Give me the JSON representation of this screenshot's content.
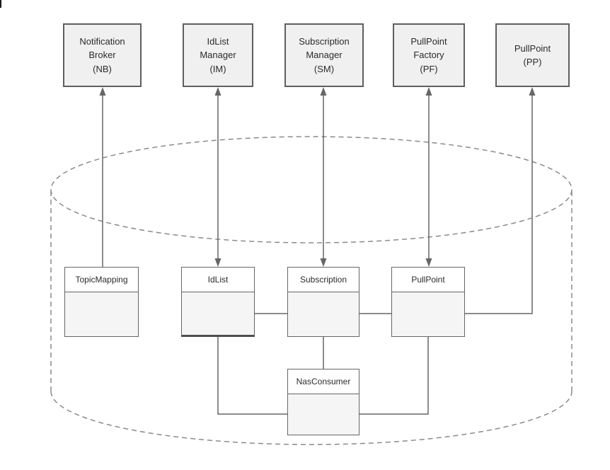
{
  "managers": [
    {
      "id": "notification-broker",
      "label": "Notification\nBroker\n(NB)"
    },
    {
      "id": "idlist-manager",
      "label": "IdList\nManager\n(IM)"
    },
    {
      "id": "subscription-manager",
      "label": "Subscription\nManager\n(SM)"
    },
    {
      "id": "pullpoint-factory",
      "label": "PullPoint\nFactory\n(PF)"
    },
    {
      "id": "pullpoint",
      "label": "PullPoint\n(PP)"
    }
  ],
  "entities": [
    {
      "id": "topicmapping",
      "label": "TopicMapping"
    },
    {
      "id": "idlist",
      "label": "IdList"
    },
    {
      "id": "subscription",
      "label": "Subscription"
    },
    {
      "id": "pullpoint",
      "label": "PullPoint"
    },
    {
      "id": "nasconsumer",
      "label": "NasConsumer"
    }
  ],
  "container": {
    "shape": "database-cylinder",
    "line_style": "dashed"
  },
  "edges": [
    {
      "a": "TopicMapping",
      "b": "Notification Broker (NB)",
      "arrowheads": "b"
    },
    {
      "a": "IdList",
      "b": "IdList Manager (IM)",
      "arrowheads": "both"
    },
    {
      "a": "Subscription",
      "b": "Subscription Manager (SM)",
      "arrowheads": "both"
    },
    {
      "a": "PullPoint",
      "b": "PullPoint Factory (PF)",
      "arrowheads": "both"
    },
    {
      "a": "PullPoint",
      "b": "PullPoint (PP)",
      "arrowheads": "b"
    },
    {
      "a": "IdList",
      "b": "Subscription",
      "arrowheads": "none"
    },
    {
      "a": "Subscription",
      "b": "PullPoint",
      "arrowheads": "none"
    },
    {
      "a": "IdList",
      "b": "NasConsumer",
      "arrowheads": "none"
    },
    {
      "a": "Subscription",
      "b": "NasConsumer",
      "arrowheads": "none"
    },
    {
      "a": "PullPoint",
      "b": "NasConsumer",
      "arrowheads": "none"
    }
  ],
  "colors": {
    "background": "#ffffff",
    "node_fill": "#f0f0f0",
    "node_border": "#5f5f5f",
    "entity_header_fill": "#ffffff",
    "entity_body_fill": "#f5f5f5",
    "connector": "#666666",
    "cylinder_dash": "#8a8a8a",
    "text": "#2b2b2b"
  }
}
